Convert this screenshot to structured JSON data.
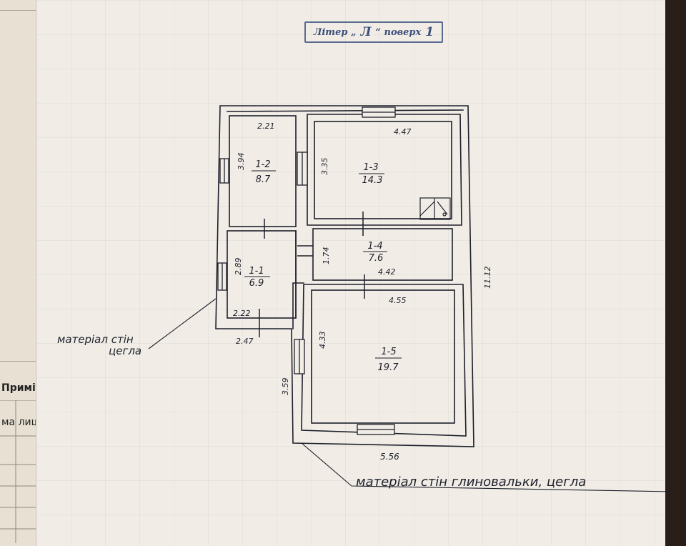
{
  "stamp": {
    "prefix": "Літер „",
    "letter": "Л",
    "middle": "“ поверх",
    "floor": "1"
  },
  "left_sheet": {
    "note_label": "Примітк",
    "col_label": "ма лиш"
  },
  "rooms": [
    {
      "id": "1-1",
      "area": "6.9"
    },
    {
      "id": "1-2",
      "area": "8.7"
    },
    {
      "id": "1-3",
      "area": "14.3"
    },
    {
      "id": "1-4",
      "area": "7.6"
    },
    {
      "id": "1-5",
      "area": "19.7"
    }
  ],
  "dimensions": {
    "r12_top": "2.21",
    "r12_side": "3.94",
    "r13_side": "3.35",
    "r13_width": "4.47",
    "r14_side": "1.74",
    "r14_width": "4.42",
    "r11_side": "2.89",
    "r11_bottom": "2.22",
    "outer_small_bottom": "2.47",
    "r15_width": "4.55",
    "r15_side": "4.33",
    "outer_left_lower": "3.59",
    "outer_right": "11.12",
    "outer_bottom": "5.56"
  },
  "notes": {
    "left_material": "матеріал стін",
    "left_material_2": "цегла",
    "bottom_material": "матеріал стін глиновальки, цегла"
  }
}
